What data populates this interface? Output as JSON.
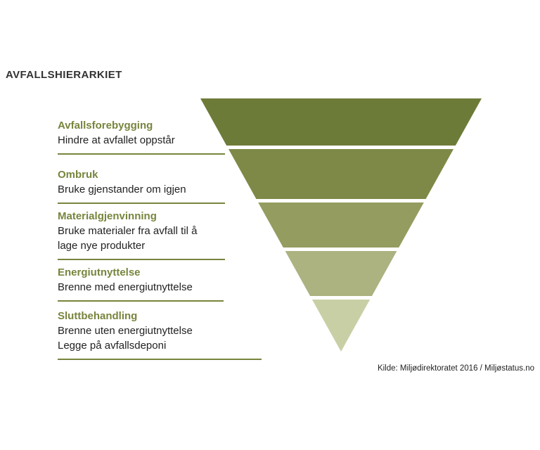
{
  "page": {
    "title": "AVFALLSHIERARKIET",
    "source": "Kilde: Miljødirektoratet 2016 / Miljøstatus.no"
  },
  "pyramid": {
    "type": "inverted-pyramid",
    "accent_color": "#77853d",
    "levels": [
      {
        "heading": "Avfallsforebygging",
        "lines": [
          "Hindre at avfallet oppstår"
        ],
        "color": "#6d7b39"
      },
      {
        "heading": "Ombruk",
        "lines": [
          "Bruke gjenstander om igjen"
        ],
        "color": "#7e8947"
      },
      {
        "heading": "Materialgjenvinning",
        "lines": [
          "Bruke materialer fra avfall til å",
          "lage nye produkter"
        ],
        "color": "#949c5f"
      },
      {
        "heading": "Energiutnyttelse",
        "lines": [
          "Brenne med energiutnyttelse"
        ],
        "color": "#acb280"
      },
      {
        "heading": "Sluttbehandling",
        "lines": [
          "Brenne uten energiutnyttelse",
          "Legge på avfallsdeponi"
        ],
        "color": "#c9cfa5"
      }
    ]
  }
}
